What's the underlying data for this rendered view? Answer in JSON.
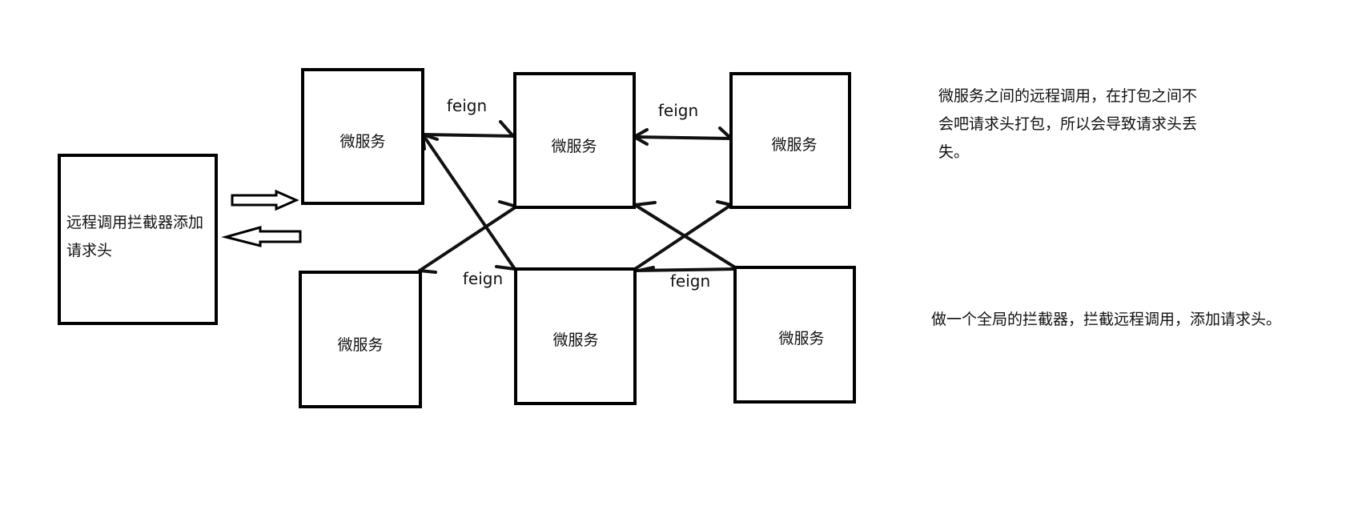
{
  "interceptor": {
    "line1": "远程调用拦截器添加",
    "line2": "请求头"
  },
  "nodes": {
    "top_left": "微服务",
    "top_mid": "微服务",
    "top_right": "微服务",
    "bottom_left": "微服务",
    "bottom_mid": "微服务",
    "bottom_right": "微服务"
  },
  "edge_labels": {
    "top_left_mid": "feign",
    "top_mid_right": "feign",
    "bottom_left_mid": "feign",
    "bottom_mid_right": "feign"
  },
  "notes": {
    "problem_line1": "微服务之间的远程调用，在打包之间不",
    "problem_line2": "会吧请求头打包，所以会导致请求头丢",
    "problem_line3": "失。",
    "solution": "做一个全局的拦截器，拦截远程调用，添加请求头。"
  },
  "colors": {
    "stroke": "#000000",
    "background": "#ffffff"
  }
}
